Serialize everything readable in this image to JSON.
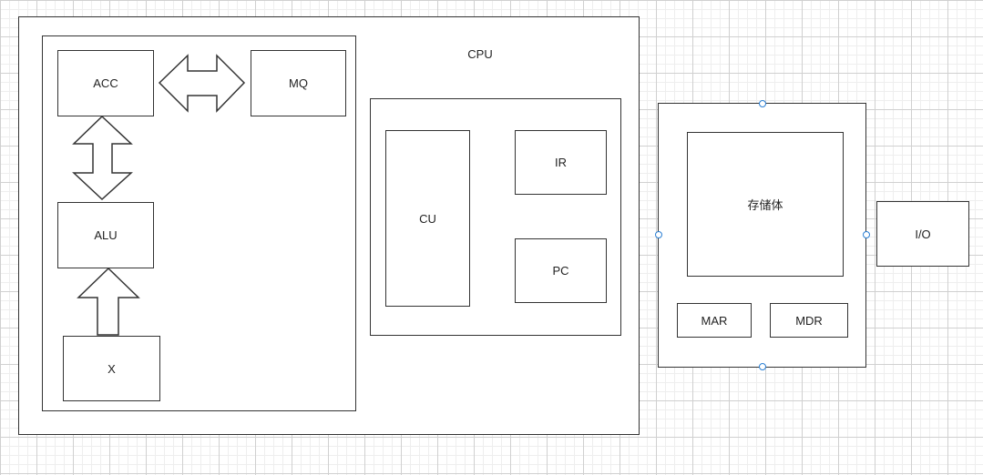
{
  "diagram": {
    "cpu_label": "CPU",
    "nodes": {
      "acc": "ACC",
      "mq": "MQ",
      "alu": "ALU",
      "x": "X",
      "cu": "CU",
      "ir": "IR",
      "pc": "PC",
      "storage": "存储体",
      "mar": "MAR",
      "mdr": "MDR",
      "io": "I/O"
    }
  }
}
